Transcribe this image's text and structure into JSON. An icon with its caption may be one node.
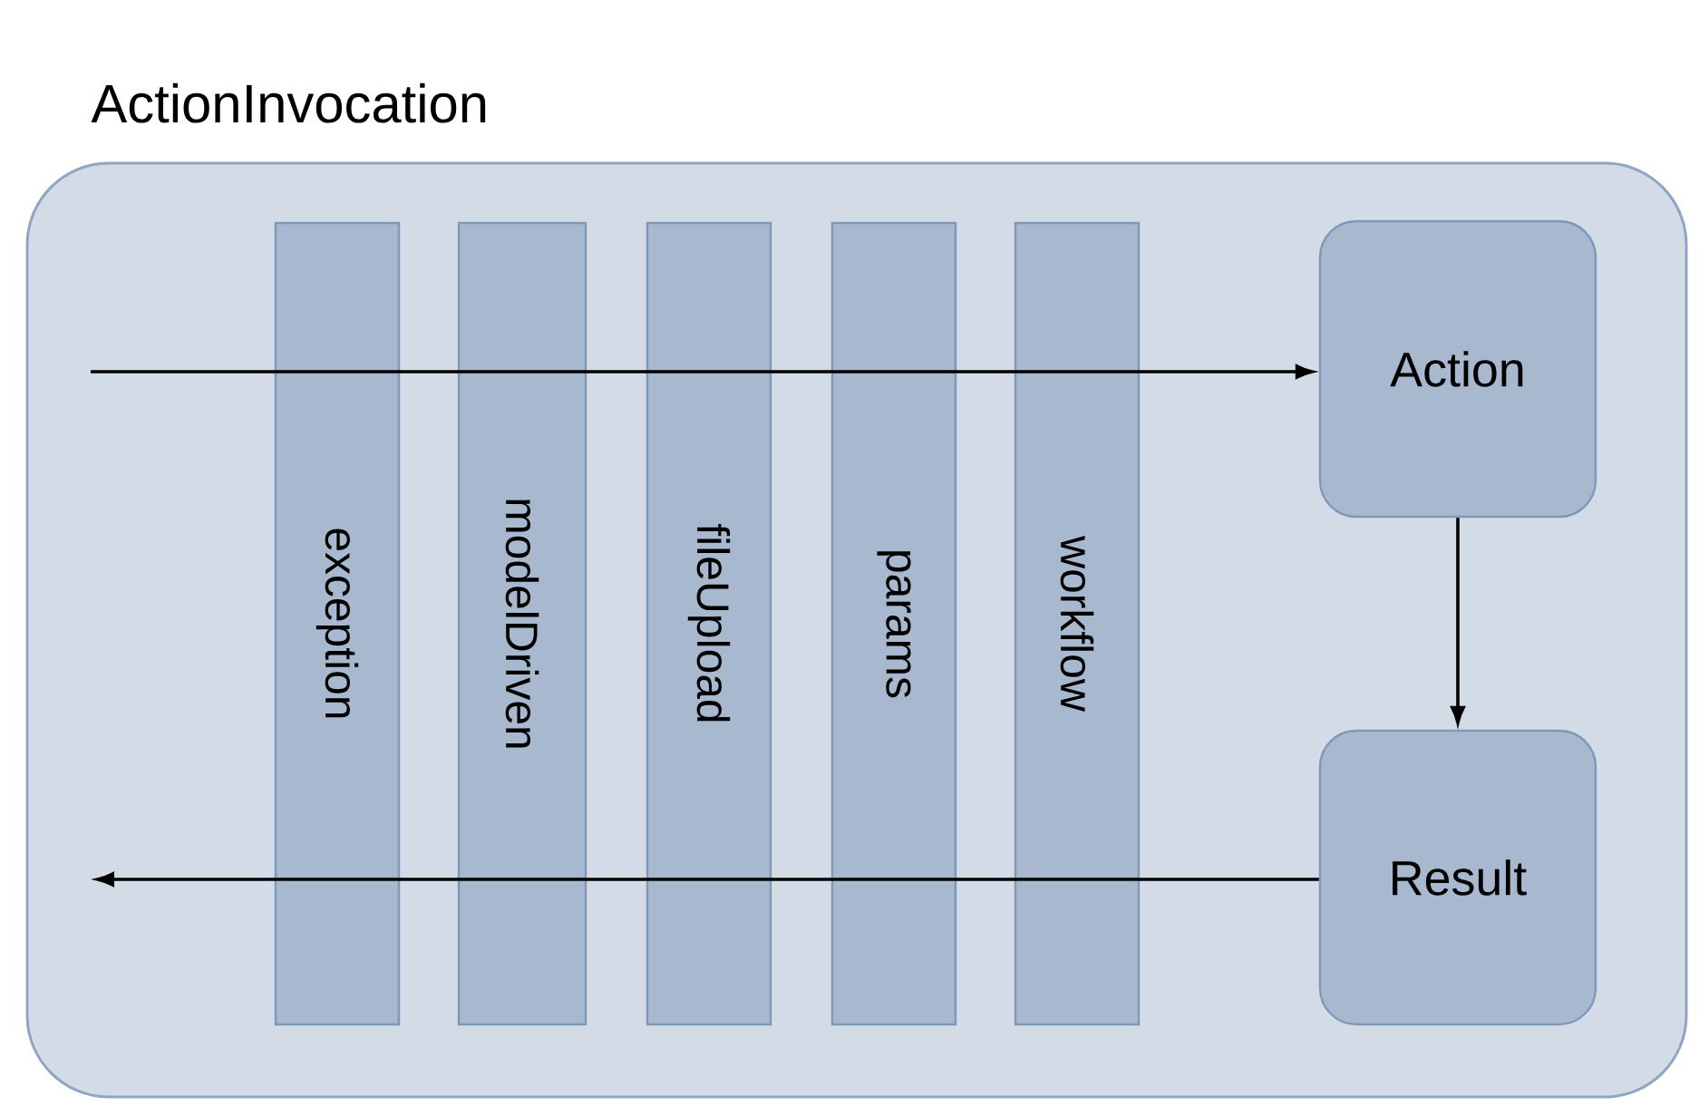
{
  "diagram": {
    "nodes": [
      {
        "text": [
          "ActionInvocation"
        ]
      },
      {
        "text": [
          "exception"
        ],
        "in": 0
      },
      {
        "text": [
          "modelDriven"
        ],
        "in": 0
      },
      {
        "text": [
          "fileUpload"
        ],
        "in": 0
      },
      {
        "text": [
          "params"
        ],
        "in": 0
      },
      {
        "text": [
          "workflow"
        ],
        "in": 0
      },
      {
        "text": [
          "Action"
        ],
        "in": 0
      },
      {
        "text": [
          "Result"
        ],
        "in": 0
      }
    ],
    "edges": [
      {
        "from": null,
        "to": 6,
        "arrow": "to"
      },
      {
        "from": 6,
        "to": 7,
        "arrow": "to"
      },
      {
        "from": 7,
        "to": null,
        "arrow": "to"
      }
    ]
  }
}
